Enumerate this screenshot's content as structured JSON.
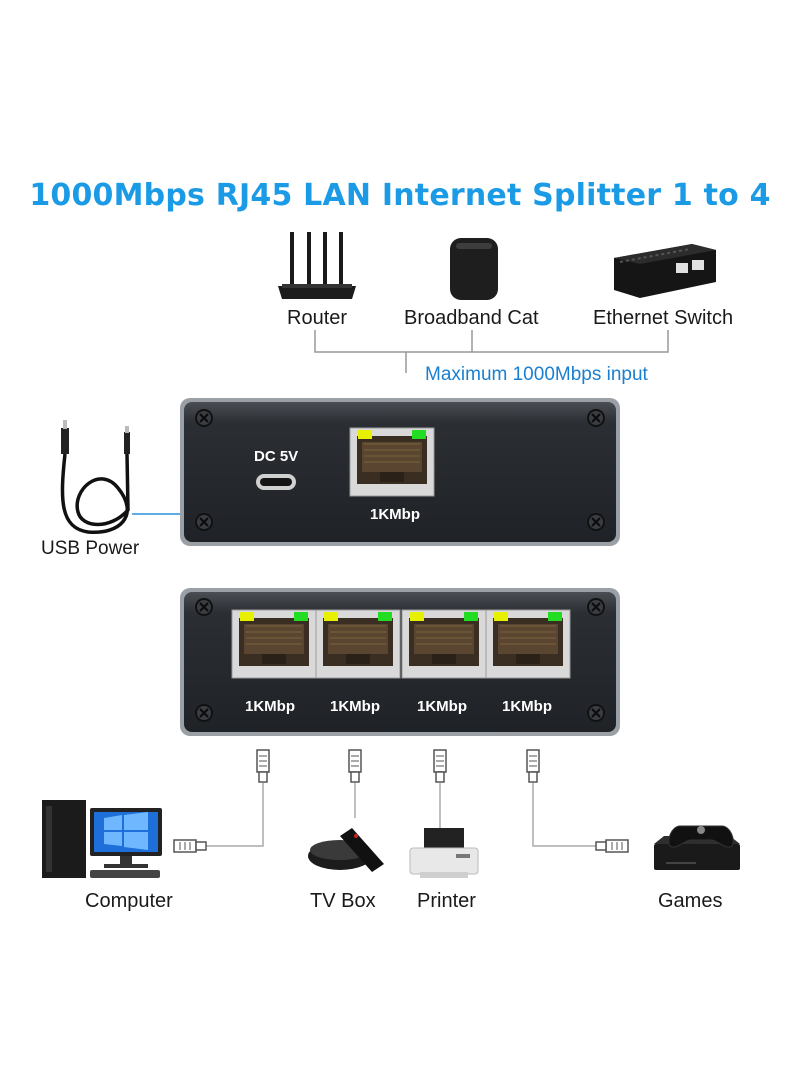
{
  "title": "1000Mbps RJ45 LAN Internet Splitter 1 to 4",
  "inputs": {
    "router": "Router",
    "broadband": "Broadband Cat",
    "switch": "Ethernet Switch",
    "note": "Maximum 1000Mbps input"
  },
  "power": {
    "label": "USB Power",
    "dc": "DC 5V"
  },
  "input_port": "1KMbp",
  "output_ports": [
    "1KMbp",
    "1KMbp",
    "1KMbp",
    "1KMbp"
  ],
  "devices": {
    "computer": "Computer",
    "tvbox": "TV Box",
    "printer": "Printer",
    "games": "Games"
  },
  "colors": {
    "title": "#1b9be6",
    "accent": "#1a7fd0",
    "led_yellow": "#e6f000",
    "led_green": "#22dd22"
  }
}
